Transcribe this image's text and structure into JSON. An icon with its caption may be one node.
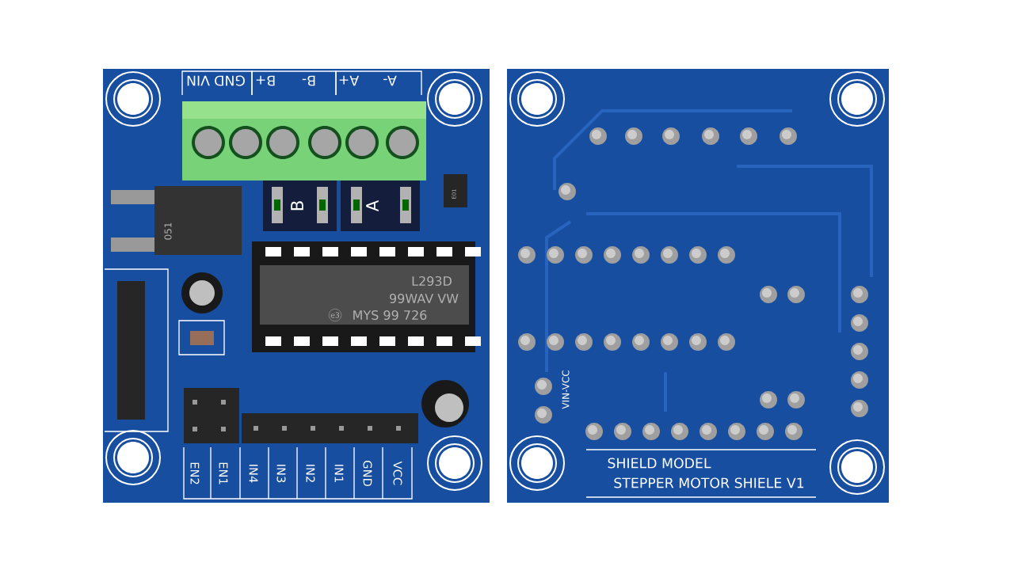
{
  "diagram": {
    "labels": [
      "VIN",
      "GND",
      "B+",
      "B-",
      "A+",
      "A-",
      "B",
      "A",
      "E01",
      "051",
      "L293D",
      "99WAV VW",
      "e3",
      "MYS 99 726",
      "EN2",
      "EN1",
      "IN4",
      "IN3",
      "IN2",
      "IN1",
      "GND",
      "VCC",
      "VIN-VCC",
      "SHIELD MODEL",
      "STEPPER MOTOR SHIELE V1"
    ]
  }
}
